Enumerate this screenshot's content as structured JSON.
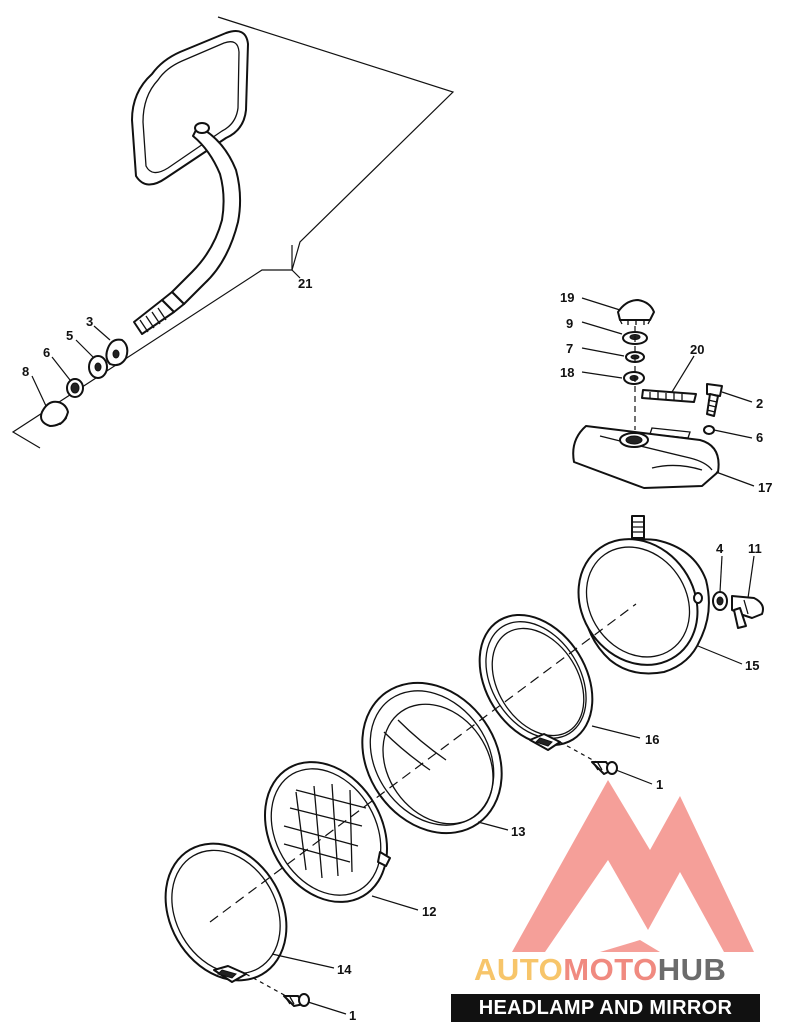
{
  "title": "HEADLAMP AND MIRROR",
  "watermark": {
    "parts": [
      "AUTO",
      "MOTO",
      "HUB"
    ],
    "colors": [
      "#f7c56a",
      "#f08a80",
      "#6b6b6b"
    ],
    "logo_color": "#f2827a"
  },
  "callouts": {
    "c21": "21",
    "c3": "3",
    "c5": "5",
    "c6a": "6",
    "c8": "8",
    "c19": "19",
    "c9": "9",
    "c7": "7",
    "c18": "18",
    "c20": "20",
    "c2": "2",
    "c6b": "6",
    "c17": "17",
    "c4": "4",
    "c11": "11",
    "c15": "15",
    "c16": "16",
    "c1a": "1",
    "c13": "13",
    "c12": "12",
    "c14": "14",
    "c1b": "1"
  }
}
